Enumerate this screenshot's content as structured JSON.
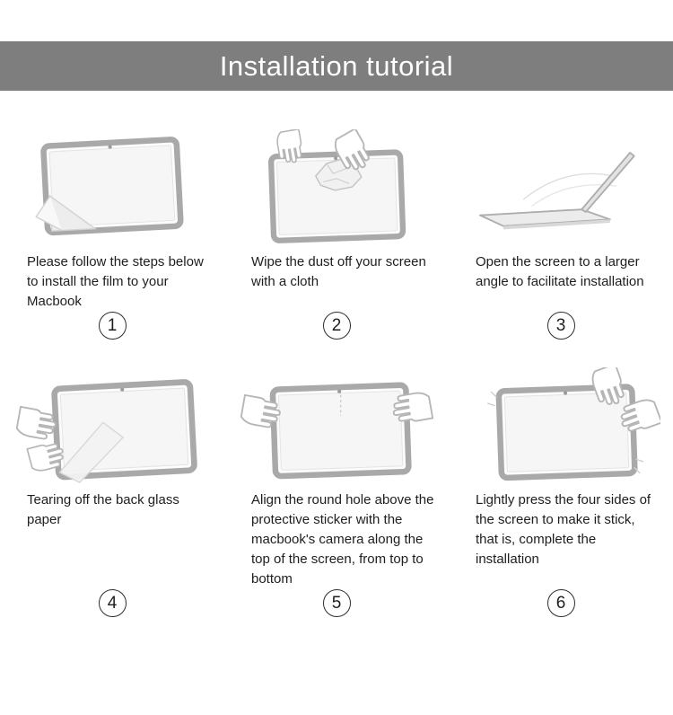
{
  "header": {
    "title": "Installation tutorial",
    "background_color": "#7e7e7e",
    "text_color": "#ffffff"
  },
  "steps": [
    {
      "number": "1",
      "text": "Please follow the steps below to install the film to your Macbook",
      "illustration": "macbook-screen-with-peeling-film-illustration"
    },
    {
      "number": "2",
      "text": "Wipe the dust off your screen with a cloth",
      "illustration": "hands-wiping-screen-with-cloth-illustration"
    },
    {
      "number": "3",
      "text": "Open the screen to a larger angle to facilitate installation",
      "illustration": "laptop-opened-wide-angle-illustration"
    },
    {
      "number": "4",
      "text": "Tearing off the back glass paper",
      "illustration": "hands-tearing-back-paper-illustration"
    },
    {
      "number": "5",
      "text": "Align the round hole above the protective sticker with the macbook's camera along the top of the screen, from top to bottom",
      "illustration": "hands-aligning-film-with-camera-illustration"
    },
    {
      "number": "6",
      "text": "Lightly press the four sides of the screen to make it stick, that is, complete the installation",
      "illustration": "hands-pressing-screen-edges-illustration"
    }
  ]
}
